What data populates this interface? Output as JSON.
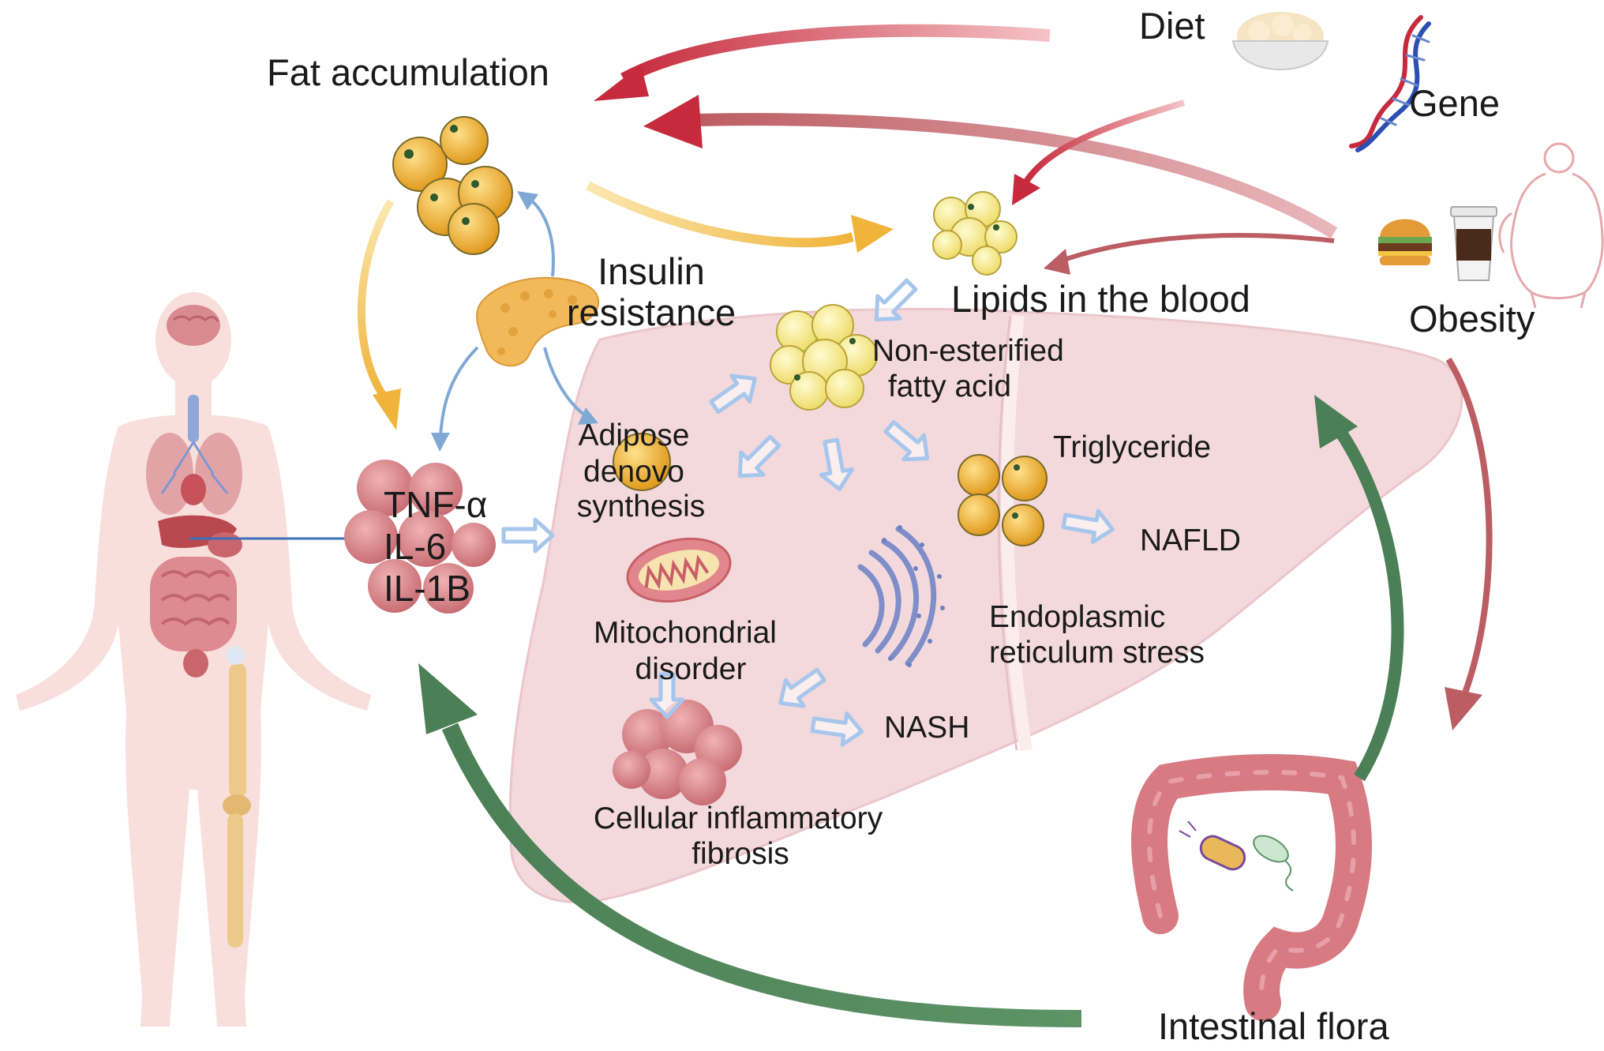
{
  "labels": {
    "fat_accumulation": "Fat accumulation",
    "diet": "Diet",
    "gene": "Gene",
    "insulin_resistance_1": "Insulin",
    "insulin_resistance_2": "resistance",
    "lipids_blood": "Lipids in the blood",
    "obesity": "Obesity",
    "nefa_1": "Non-esterified",
    "nefa_2": "fatty acid",
    "adipose_1": "Adipose",
    "adipose_2": "denovo",
    "adipose_3": "synthesis",
    "triglyceride": "Triglyceride",
    "nafld": "NAFLD",
    "mito_1": "Mitochondrial",
    "mito_2": "disorder",
    "er_1": "Endoplasmic",
    "er_2": "reticulum stress",
    "nash": "NASH",
    "cif_1": "Cellular inflammatory",
    "cif_2": "fibrosis",
    "intestinal_flora": "Intestinal flora",
    "cytokine_1": "TNF-α",
    "cytokine_2": "IL-6",
    "cytokine_3": "IL-1B"
  },
  "colors": {
    "liver": "#f3d9dc",
    "body": "#f9dfdc",
    "fat_cell": "#f0b43a",
    "lipid": "#f7e68a",
    "red_arrow": "#c62a3c",
    "maroon_arrow": "#bc5d63",
    "green_arrow": "#4b7f55",
    "gold_arrow": "#f0b43a",
    "light_blue_arrow": "#a7c6ec",
    "blue_arrow": "#7fa9d4",
    "colon": "#d77a82"
  }
}
